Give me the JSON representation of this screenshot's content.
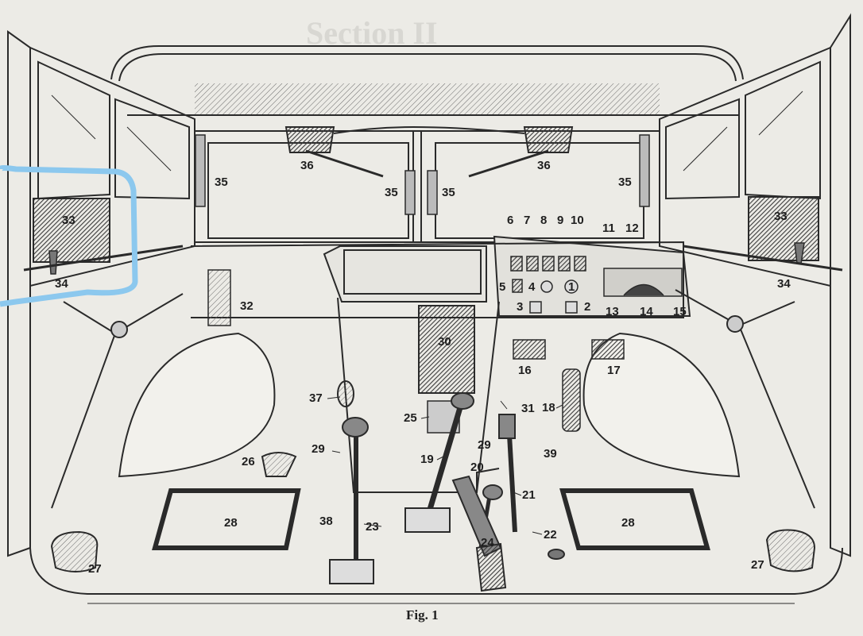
{
  "figure": {
    "caption": "Fig. 1",
    "bleed_heading": "Section II"
  },
  "callouts": [
    {
      "id": "c1",
      "text": "1"
    },
    {
      "id": "c2",
      "text": "2"
    },
    {
      "id": "c3",
      "text": "3"
    },
    {
      "id": "c4",
      "text": "4"
    },
    {
      "id": "c5",
      "text": "5"
    },
    {
      "id": "c6",
      "text": "6"
    },
    {
      "id": "c7",
      "text": "7"
    },
    {
      "id": "c8",
      "text": "8"
    },
    {
      "id": "c9",
      "text": "9"
    },
    {
      "id": "c10",
      "text": "10"
    },
    {
      "id": "c11",
      "text": "11"
    },
    {
      "id": "c12",
      "text": "12"
    },
    {
      "id": "c13",
      "text": "13"
    },
    {
      "id": "c14",
      "text": "14"
    },
    {
      "id": "c15",
      "text": "15"
    },
    {
      "id": "c16",
      "text": "16"
    },
    {
      "id": "c17",
      "text": "17"
    },
    {
      "id": "c18",
      "text": "18"
    },
    {
      "id": "c19",
      "text": "19"
    },
    {
      "id": "c20",
      "text": "20"
    },
    {
      "id": "c21",
      "text": "21"
    },
    {
      "id": "c22",
      "text": "22"
    },
    {
      "id": "c23",
      "text": "23"
    },
    {
      "id": "c24",
      "text": "24"
    },
    {
      "id": "c25",
      "text": "25"
    },
    {
      "id": "c26",
      "text": "26"
    },
    {
      "id": "c27a",
      "text": "27"
    },
    {
      "id": "c27b",
      "text": "27"
    },
    {
      "id": "c28a",
      "text": "28"
    },
    {
      "id": "c28b",
      "text": "28"
    },
    {
      "id": "c29a",
      "text": "29"
    },
    {
      "id": "c29b",
      "text": "29"
    },
    {
      "id": "c30",
      "text": "30"
    },
    {
      "id": "c31",
      "text": "31"
    },
    {
      "id": "c32",
      "text": "32"
    },
    {
      "id": "c33a",
      "text": "33"
    },
    {
      "id": "c33b",
      "text": "33"
    },
    {
      "id": "c34a",
      "text": "34"
    },
    {
      "id": "c34b",
      "text": "34"
    },
    {
      "id": "c35a",
      "text": "35"
    },
    {
      "id": "c35b",
      "text": "35"
    },
    {
      "id": "c35c",
      "text": "35"
    },
    {
      "id": "c35d",
      "text": "35"
    },
    {
      "id": "c36a",
      "text": "36"
    },
    {
      "id": "c36b",
      "text": "36"
    },
    {
      "id": "c37",
      "text": "37"
    },
    {
      "id": "c38",
      "text": "38"
    },
    {
      "id": "c39",
      "text": "39"
    }
  ],
  "highlight": {
    "color": "#8cc8ee",
    "target": "33"
  },
  "colors": {
    "ink": "#2a2a2a",
    "paper": "#ecebe6",
    "hatch": "#4a4a4a"
  }
}
